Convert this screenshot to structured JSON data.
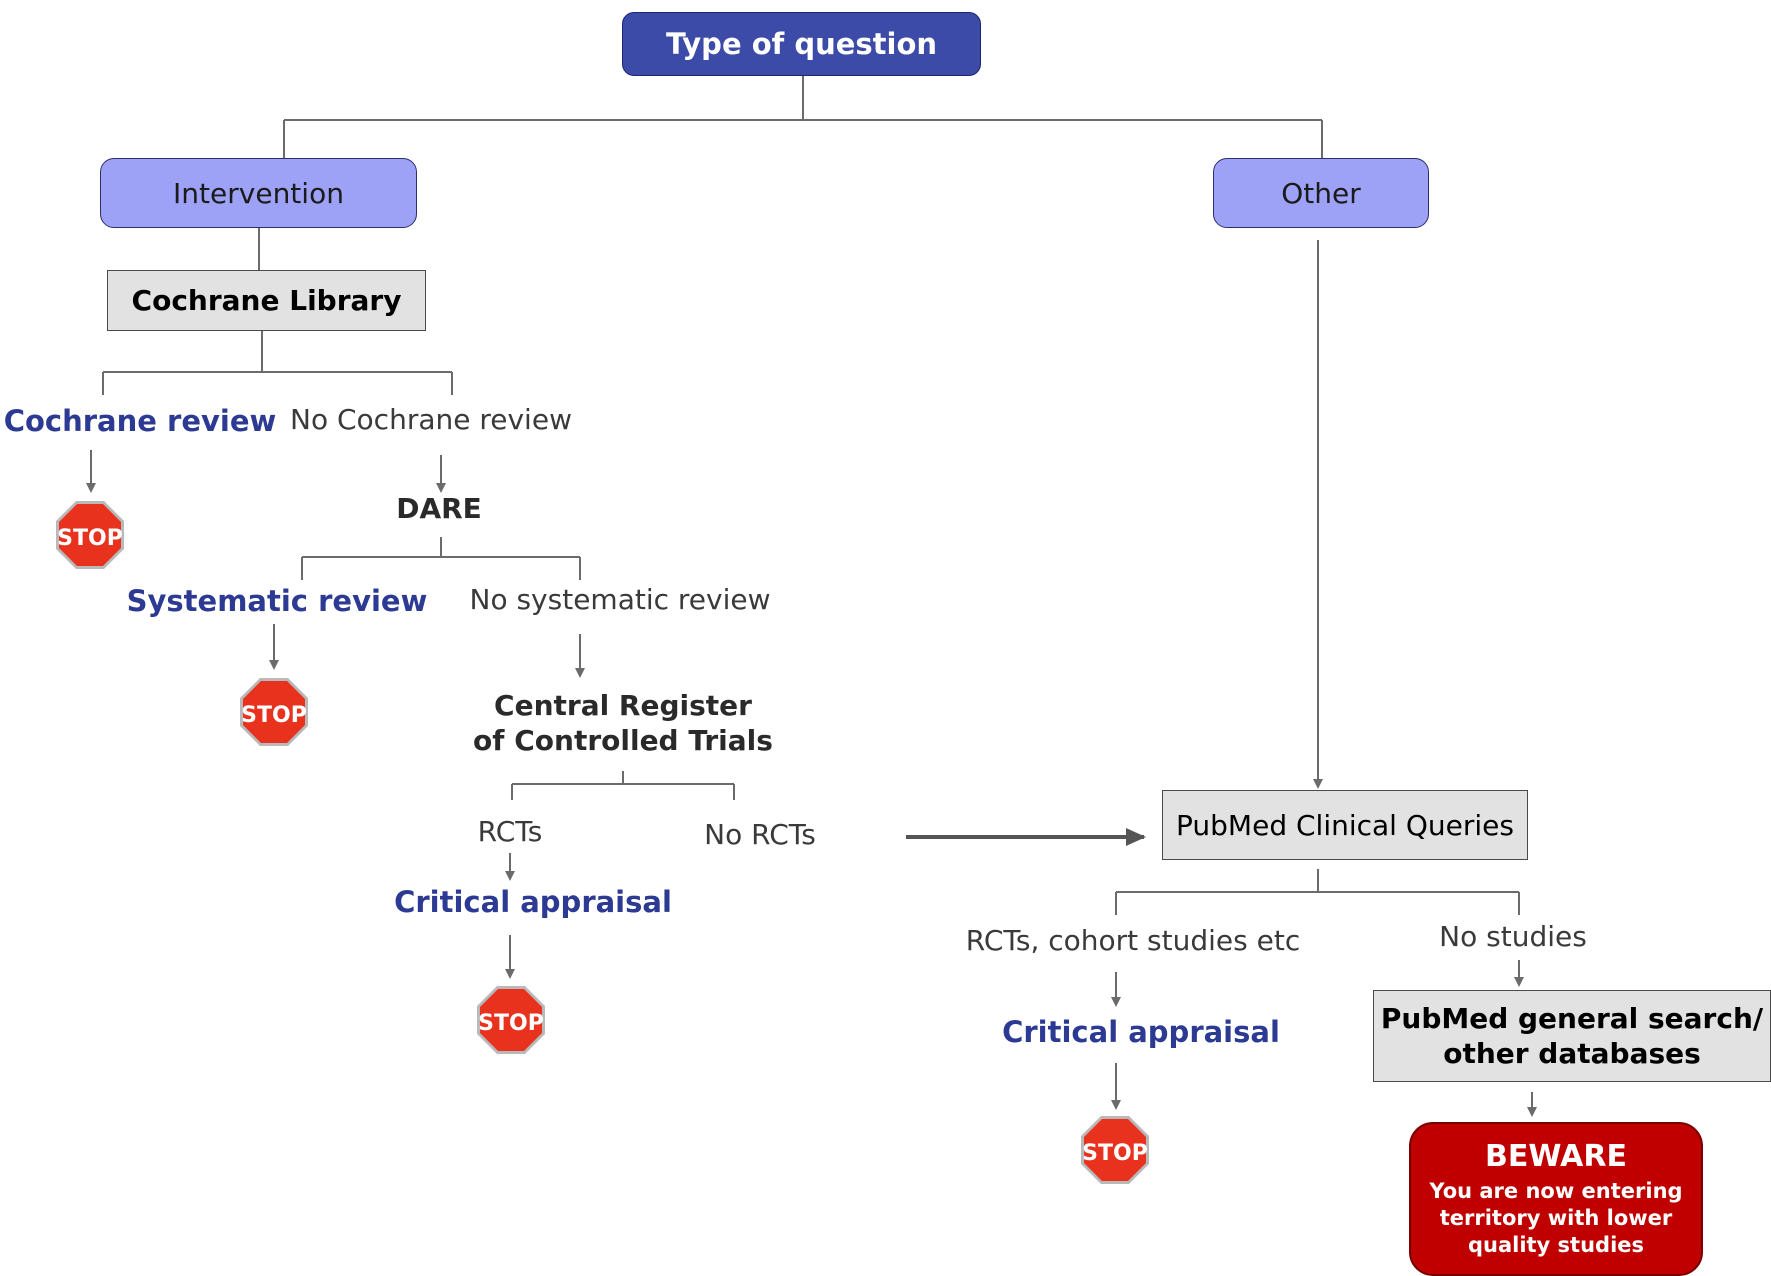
{
  "nodes": {
    "type_of_question": "Type of question",
    "intervention": "Intervention",
    "other": "Other",
    "cochrane_library": "Cochrane Library",
    "cochrane_review": "Cochrane review",
    "no_cochrane_review": "No Cochrane review",
    "dare": "DARE",
    "systematic_review": "Systematic review",
    "no_systematic_review": "No systematic review",
    "central_register_line1": "Central Register",
    "central_register_line2": "of Controlled Trials",
    "rcts": "RCTs",
    "no_rcts": "No RCTs",
    "critical_appraisal_left": "Critical appraisal",
    "pubmed_clinical_queries": "PubMed Clinical Queries",
    "rcts_cohort": "RCTs, cohort studies etc",
    "no_studies": "No studies",
    "critical_appraisal_right": "Critical appraisal",
    "pubmed_general_line1": "PubMed general search/",
    "pubmed_general_line2": "other databases",
    "beware_title": "BEWARE",
    "beware_line1": "You are now entering",
    "beware_line2": "territory with lower",
    "beware_line3": "quality studies",
    "stop_sign": "STOP"
  },
  "colors": {
    "root_fill": "#3c4aa8",
    "branch_fill": "#9da2f7",
    "source_fill": "#e2e2e2",
    "label_blue": "#2c3a93",
    "stop_red": "#e8321e",
    "beware_red": "#c00000",
    "connector": "#6b6b6b"
  }
}
